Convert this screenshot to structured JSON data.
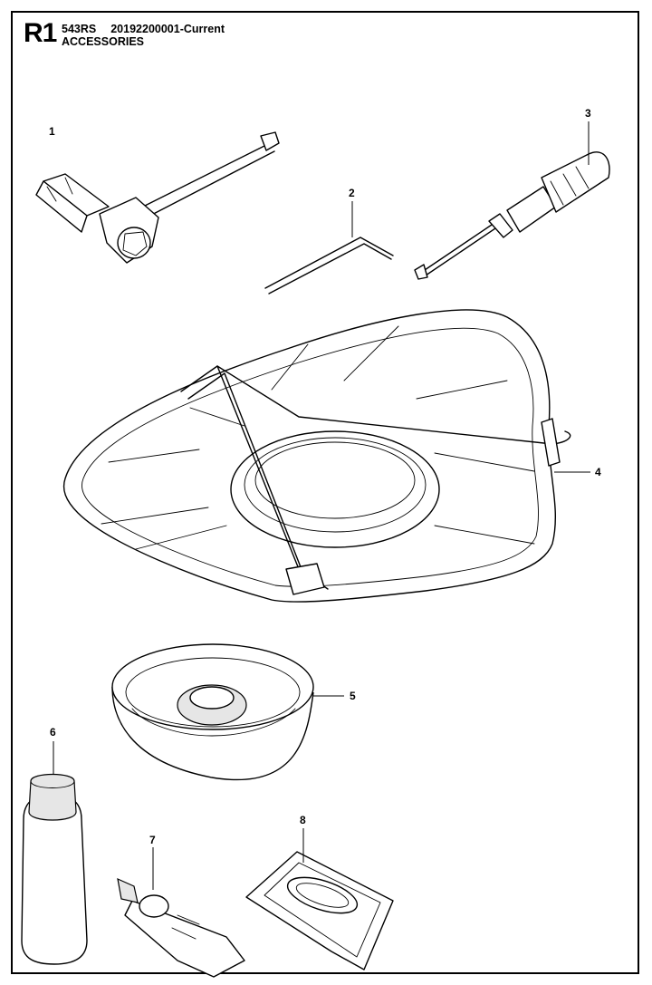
{
  "header": {
    "page_code": "R1",
    "model": "543RS",
    "serial": "20192200001-Current",
    "section": "ACCESSORIES"
  },
  "callouts": [
    "1",
    "2",
    "3",
    "4",
    "5",
    "6",
    "7",
    "8"
  ]
}
